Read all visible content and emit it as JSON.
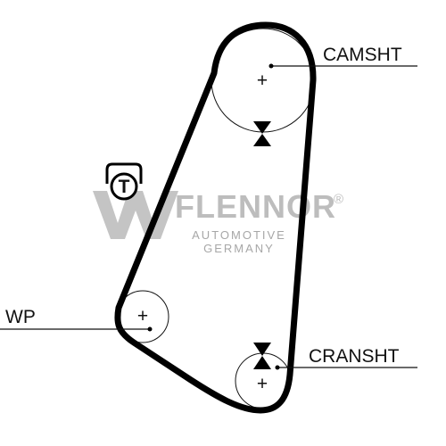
{
  "labels": {
    "camshaft": "CAMSHT",
    "water_pump": "WP",
    "crankshaft": "CRANSHT"
  },
  "watermark": {
    "brand": "FLENNOR",
    "registered": "®",
    "line1": "AUTOMOTIVE",
    "line2": "GERMANY"
  },
  "icons": {
    "tensioner": "T",
    "pulley_center": "+"
  },
  "colors": {
    "ink": "#111111",
    "watermark": "#bdbdbd"
  }
}
